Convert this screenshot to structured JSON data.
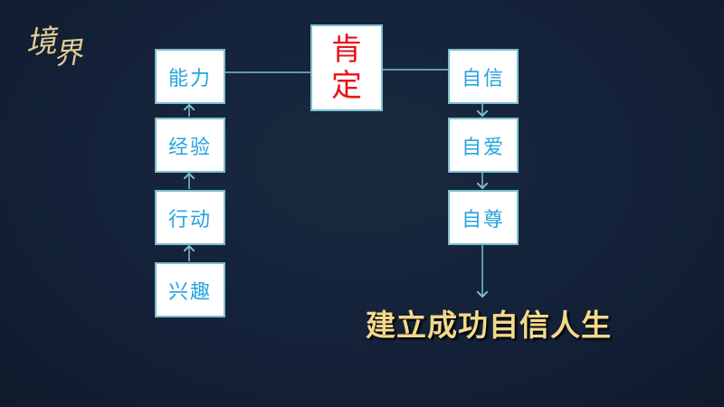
{
  "logo": {
    "text": [
      "境",
      "界"
    ]
  },
  "center": {
    "label": [
      "肯",
      "定"
    ]
  },
  "left_chain": [
    "能力",
    "经验",
    "行动",
    "兴趣"
  ],
  "right_chain": [
    "自信",
    "自爱",
    "自尊"
  ],
  "slogan": "建立成功自信人生",
  "colors": {
    "box_text": "#27a3e0",
    "center_text": "#e8141b",
    "connector": "#7bbfd0",
    "slogan": "#f3d98c"
  }
}
